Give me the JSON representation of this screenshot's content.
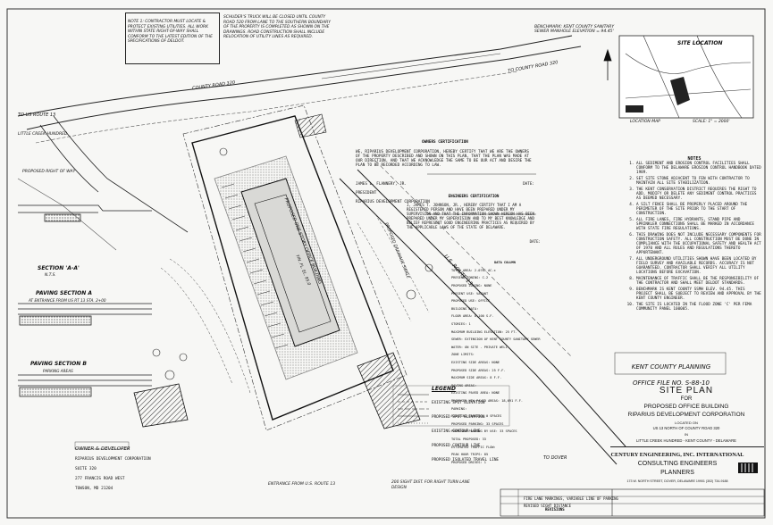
{
  "notes_box": {
    "text": "NOTE 1: CONTRACTOR MUST LOCATE & PROTECT EXISTING UTILITIES. ALL WORK WITHIN STATE RIGHT-OF-WAY SHALL CONFORM TO THE LATEST EDITION OF THE SPECIFICATIONS OF DELDOT."
  },
  "top_note": {
    "text": "SCHUDER'S TRUCK WILL BE CLOSED UNTIL COUNTY ROAD 520 FROM LANE TO THE SOUTHERN BOUNDARY OF THE PROPERTY IS COMPLETED AS SHOWN ON THE DRAWINGS. ROAD CONSTRUCTION SHALL INCLUDE RELOCATION OF UTILITY LINES AS REQUIRED."
  },
  "benchmark": {
    "text": "BENCHMARK: KENT COUNTY SANITARY SEWER MANHOLE ELEVATION = 94.45'"
  },
  "site_location": {
    "title": "SITE LOCATION",
    "label_left": "LOCATION MAP",
    "label_right": "SCALE: 1\" = 2000'"
  },
  "owner_cert": {
    "heading": "OWNERS CERTIFICATION",
    "body": "WE, RIPARIUS DEVELOPMENT CORPORATION, HEREBY CERTIFY THAT WE ARE THE OWNERS OF THE PROPERTY DESCRIBED AND SHOWN ON THIS PLAN, THAT THE PLAN WAS MADE AT OUR DIRECTION, AND THAT WE ACKNOWLEDGE THE SAME TO BE OUR ACT AND DESIRE THE PLAN TO BE RECORDED ACCORDING TO LAW.",
    "name": "JAMES L. FLANNERY, JR.",
    "title": "PRESIDENT",
    "company": "RIPARIUS DEVELOPMENT CORPORATION",
    "date_label": "DATE:"
  },
  "engineer_cert": {
    "heading": "ENGINEERS CERTIFICATION",
    "body": "I, JAMES T. JOHNSON, JR., HEREBY CERTIFY THAT I AM A REGISTERED PERSON AND HAVE BEEN PREPARED UNDER MY SUPERVISION AND THAT THE INFORMATION SHOWN HEREON HAS BEEN PREPARED UNDER MY SUPERVISION AND TO MY BEST KNOWLEDGE AND BELIEF REPRESENT GOOD ENGINEERING PRACTICES AS REQUIRED BY THE APPLICABLE LAWS OF THE STATE OF DELAWARE.",
    "date_label": "DATE:"
  },
  "data_column": {
    "heading": "DATA COLUMN",
    "rows": [
      "TOTAL AREA: 2.0761 AC.±",
      "PRESENT ZONING: C-2",
      "PROPOSED ZONING: NONE",
      "PRESENT USE: VACANT",
      "PROPOSED USE: OFFICE",
      "BUILDING DATA:",
      "FLOOR AREA: 8,100 S.F.",
      "STORIES: 1",
      "MAXIMUM BUILDING ELEVATION: 25 FT.",
      "SEWER: EXTENSION OF KENT COUNTY SANITARY SEWER",
      "WATER: ON SITE - PRIVATE WELL",
      "ZONE LIMITS:",
      "EXISTING SIDE AREAS: NONE",
      "PROPOSED SIDE AREAS: 25 F.F.",
      "MAXIMUM SIDE AREAS: 8 F.F.",
      "PAVING AREAS:",
      "EXISTING PAVED AREA: NONE",
      "PROPOSED NEW PAVED AREAS: 18,691 F.F.",
      "PARKING:",
      "EXISTING PARKING: 0 SPACES",
      "PROPOSED PARKING: 33 SPACES",
      "PROPOSED PARKING BY USE: 33 SPACES",
      "TOTAL PROPOSED: 33",
      "ESTIMATED TRAFFIC FLOW:",
      "PEAK HOUR TRIPS: 85",
      "PROPOSED DRIVES: 1"
    ]
  },
  "general_notes": {
    "heading": "NOTES",
    "items": [
      "ALL SEDIMENT AND EROSION CONTROL FACILITIES SHALL CONFORM TO THE DELAWARE EROSION CONTROL HANDBOOK DATED 1989.",
      "SET SITE STONE ADJACENT TO FEN WITH CONTRACTOR TO MAINTAIN ALL SITE STABILIZATION.",
      "THE KENT CONSERVATION DISTRICT REQUIRES THE RIGHT TO ADD, MODIFY OR DELETE ANY SEDIMENT CONTROL PRACTICES AS DEEMED NECESSARY.",
      "A SILT FENCE SHALL BE PROPERLY PLACED AROUND THE PERIMETER OF THE SITE PRIOR TO THE START OF CONSTRUCTION.",
      "ALL FIRE LANES, FIRE HYDRANTS, STAND PIPE AND SPRINKLER CONNECTIONS SHALL BE MARKED IN ACCORDANCE WITH STATE FIRE REGULATIONS.",
      "THIS DRAWING DOES NOT INCLUDE NECESSARY COMPONENTS FOR CONSTRUCTION SAFETY. ALL CONSTRUCTION MUST BE DONE IN COMPLIANCE WITH THE OCCUPATIONAL SAFETY AND HEALTH ACT OF 1970 AND ALL RULES AND REGULATIONS THERETO APPURTENANT.",
      "ALL UNDERGROUND UTILITIES SHOWN HAVE BEEN LOCATED BY FIELD SURVEY AND AVAILABLE RECORDS. ACCURACY IS NOT GUARANTEED. CONTRACTOR SHALL VERIFY ALL UTILITY LOCATIONS BEFORE EXCAVATION.",
      "MAINTENANCE OF TRAFFIC SHALL BE THE RESPONSIBILITY OF THE CONTRACTOR AND SHALL MEET DELDOT STANDARDS.",
      "BENCHMARK IS KENT COUNTY SSMH ELEV. 94.45. THIS PROJECT SHALL BE SUBJECT TO REVIEW AND APPROVAL BY THE KENT COUNTY ENGINEER.",
      "THE SITE IS LOCATED IN THE FLOOD ZONE 'C' PER FEMA COMMUNITY PANEL 100005."
    ]
  },
  "planning_stamp": {
    "line1": "KENT COUNTY PLANNING",
    "line2": "OFFICE FILE NO. S-88-10"
  },
  "title_block": {
    "title": "SITE PLAN",
    "for": "FOR",
    "project": "PROPOSED OFFICE BUILDING",
    "client": "RIPARIUS DEVELOPMENT CORPORATION",
    "located": "LOCATED ON",
    "location_line": "US 13 NORTH OF COUNTY ROAD 320",
    "in_label": "IN",
    "hundred": "LITTLE CREEK HUNDRED - KENT COUNTY - DELAWARE"
  },
  "firm": {
    "name": "CENTURY ENGINEERING, INC. INTERNATIONAL",
    "line2": "CONSULTING ENGINEERS",
    "line3": "PLANNERS",
    "address": "173 W. NORTH STREET, DOVER, DELAWARE 19901 (302) 734-9188"
  },
  "revisions": {
    "label": "REVISIONS",
    "row1": "FIRE LANE MARKINGS, VARIABLE LINE OF PARKING",
    "row2": "REVISED SIGHT DISTANCE"
  },
  "owner_developer": {
    "heading": "OWNER & DEVELOPER",
    "lines": [
      "RIPARIUS DEVELOPMENT CORPORATION",
      "SUITE 320",
      "277 FRANCIS ROAD WEST",
      "TOWSON, MD 21204"
    ]
  },
  "legend": {
    "heading": "LEGEND",
    "items": [
      "EXISTING SPOT ELEVATION",
      "PROPOSED SPOT ELEVATION",
      "EXISTING CONTOUR LINE",
      "PROPOSED CONTOUR LINE",
      "PROPOSED ISOLATED TRAVEL LINE"
    ]
  },
  "paving_a": {
    "heading": "PAVING SECTION A",
    "sub": "AT ENTRANCE FROM US RT 13 STA. 2+00"
  },
  "paving_b": {
    "heading": "PAVING SECTION B",
    "sub": "PARKING AREAS"
  },
  "section_label": {
    "text": "SECTION 'A-A'",
    "scale": "N.T.S."
  },
  "left_labels": {
    "road": "TO US ROUTE 13",
    "boundary": "LITTLE CREEK HUNDRED",
    "row": "PROPOSED RIGHT OF WAY"
  },
  "road_labels": {
    "county_road": "COUNTY ROAD 320",
    "to_county": "TO COUNTY ROAD 320",
    "us13": "U.S. ROUTE 13"
  },
  "site_labels": {
    "building": "PROPOSED ONE STORY OFFICE BUILDING",
    "floor": "FIN. FL. EL. 95.0",
    "drainage": "PROPOSED DRAINAGE SWALE"
  },
  "bottom_notes": {
    "entrance": "ENTRANCE FROM U.S. ROUTE 13",
    "to_dover": "TO DOVER",
    "sight": "200 SIGHT DIST. FOR RIGHT TURN LANE DESIGN"
  },
  "colors": {
    "ink": "#111111",
    "paper": "#f7f7f5"
  }
}
